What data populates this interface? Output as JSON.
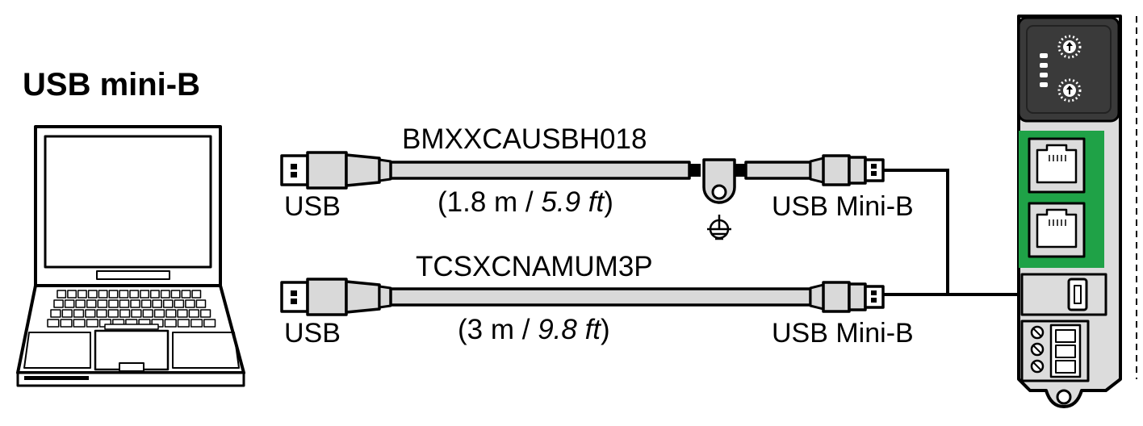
{
  "title": "USB mini-B",
  "cables": [
    {
      "part_number": "BMXXCAUSBH018",
      "length_metric": "1.8 m",
      "separator": " / ",
      "length_imperial": "5.9 ft",
      "left_connector": "USB",
      "right_connector": "USB Mini-B",
      "has_ground_clamp": true
    },
    {
      "part_number": "TCSXCNAMUM3P",
      "length_metric": "3 m",
      "separator": " / ",
      "length_imperial": "9.8 ft",
      "left_connector": "USB",
      "right_connector": "USB Mini-B",
      "has_ground_clamp": false
    }
  ],
  "colors": {
    "line": "#000000",
    "cable_fill": "#d9d9d9",
    "module_body": "#dcdcdc",
    "module_dark": "#3a3a3a",
    "port_panel": "#1fa247"
  },
  "icons": [
    "laptop-icon",
    "usb-plug-icon",
    "mini-usb-plug-icon",
    "ground-clamp-icon",
    "earth-ground-icon",
    "controller-module-icon",
    "rj45-port-icon",
    "mini-usb-port-icon",
    "terminal-block-icon"
  ]
}
